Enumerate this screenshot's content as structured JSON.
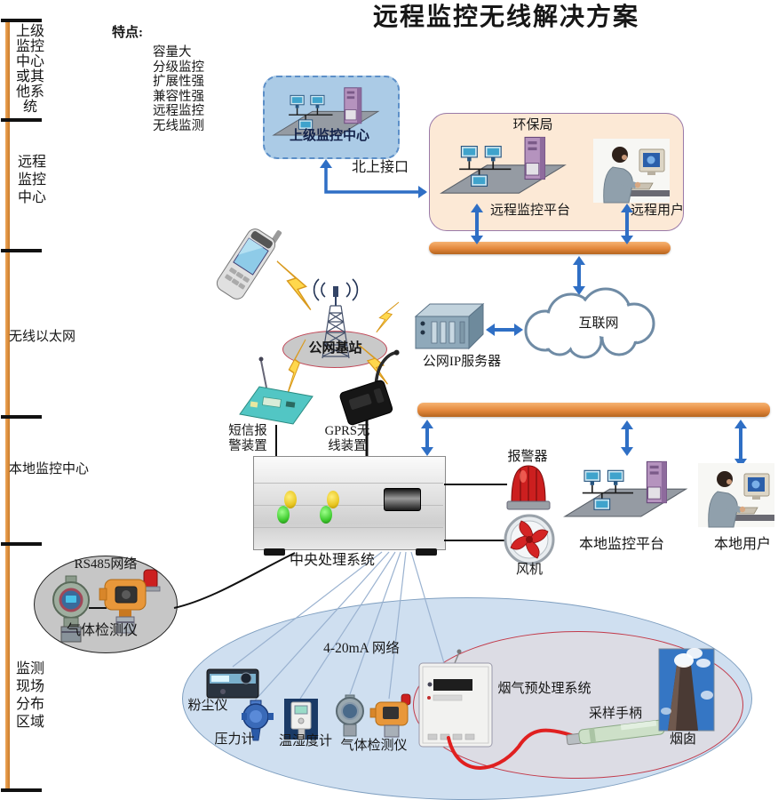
{
  "title": "远程监控无线解决方案",
  "features": {
    "heading": "特点:",
    "items": [
      "容量大",
      "分级监控",
      "扩展性强",
      "兼容性强",
      "远程监控",
      "无线监测"
    ]
  },
  "sidebar": {
    "sections": [
      {
        "label": "上级监控中心或其他系统"
      },
      {
        "label": "远程监控中心"
      },
      {
        "label": "无线以太网"
      },
      {
        "label": "本地监控中心"
      },
      {
        "label": "监测现场分布区域"
      }
    ]
  },
  "nodes": {
    "upper_center": "上级监控中心",
    "north_interface": "北上接口",
    "epa_bureau": "环保局",
    "remote_platform": "远程监控平台",
    "remote_user": "远程用户",
    "base_station": "公网基站",
    "ip_server": "公网IP服务器",
    "internet": "互联网",
    "sms_device": "短信报\n警装置",
    "gprs_device": "GPRS无\n线装置",
    "cpu": "中央处理系统",
    "alarm": "报警器",
    "fan": "风机",
    "local_platform": "本地监控平台",
    "local_user": "本地用户",
    "rs485": "RS485网络",
    "gas_detector_rs485": "气体检测仪",
    "network_420": "4-20mA  网络",
    "dust_meter": "粉尘仪",
    "pressure_gauge": "压力计",
    "temp_humidity": "温湿度计",
    "gas_detector_field": "气体检测仪",
    "flue_gas_system": "烟气预处理系统",
    "sampling_handle": "采样手柄",
    "chimney": "烟囱"
  },
  "colors": {
    "bus_orange": "#e3883c",
    "arrow_blue": "#2f6fc5",
    "upper_box_fill": "#abcbe6",
    "epa_box_fill": "#fce9d6",
    "field_ellipse_fill": "#cfdff0",
    "flue_ellipse_border": "#c23a4a",
    "lightning_yellow": "#ffd84d"
  }
}
